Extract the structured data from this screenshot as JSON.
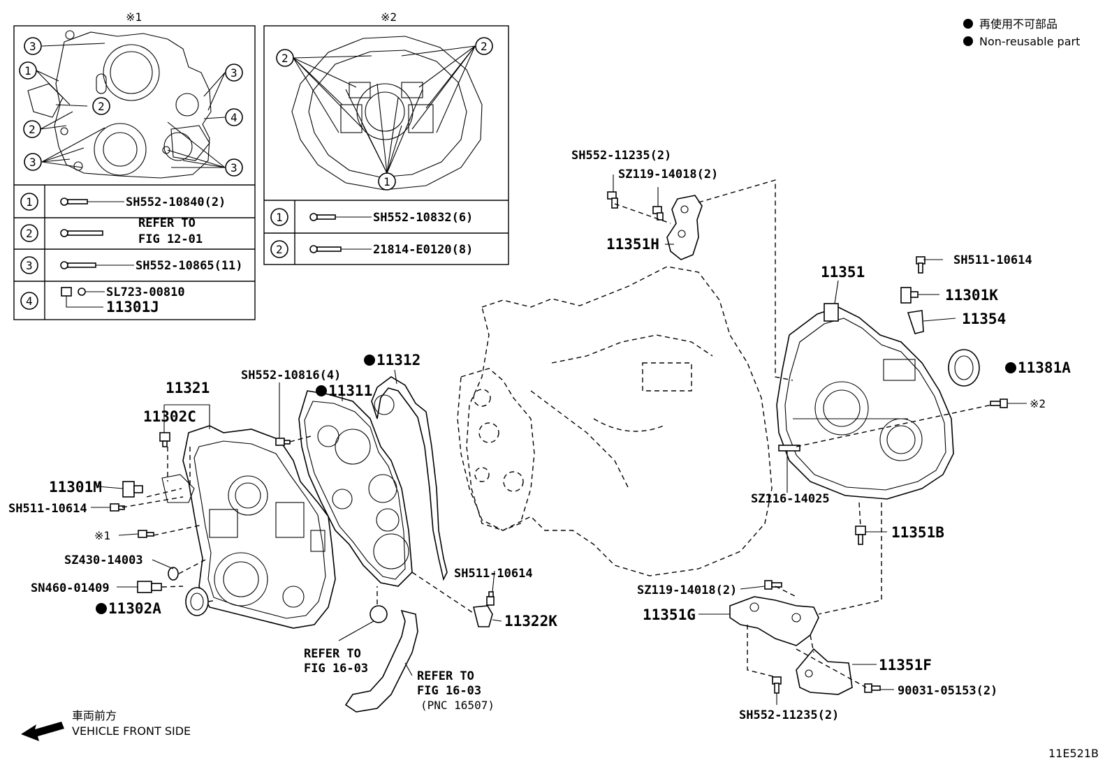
{
  "legend": {
    "jp": "再使用不可部品",
    "en": "Non-reusable part"
  },
  "inset1": {
    "title": "※1",
    "table": [
      {
        "num": "1",
        "part": "SH552-10840(2)"
      },
      {
        "num": "2",
        "part": "REFER TO",
        "part2": "FIG 12-01"
      },
      {
        "num": "3",
        "part": "SH552-10865(11)"
      },
      {
        "num": "4",
        "part": "SL723-00810",
        "part2": "11301J"
      }
    ]
  },
  "inset2": {
    "title": "※2",
    "table": [
      {
        "num": "1",
        "part": "SH552-10832(6)"
      },
      {
        "num": "2",
        "part": "21814-E0120(8)"
      }
    ]
  },
  "callouts": {
    "c1": "1",
    "c2": "2",
    "c3": "3",
    "c4": "4"
  },
  "labels": {
    "l11321": "11321",
    "l11302C": "11302C",
    "l11301M": "11301M",
    "lSH511a": "SH511-10614",
    "lmark1": "※1",
    "lSZ430": "SZ430-14003",
    "lSN460": "SN460-01409",
    "l11302A": "11302A",
    "lSH552_816": "SH552-10816(4)",
    "l11311": "11311",
    "l11312": "11312",
    "lREF1a": "REFER TO",
    "lREF1b": "FIG 16-03",
    "lREF2a": "REFER TO",
    "lREF2b": "FIG 16-03",
    "lREF2c": "(PNC 16507)",
    "lSH511b": "SH511-10614",
    "l11322K": "11322K",
    "lSH552_235a": "SH552-11235(2)",
    "lSZ119a": "SZ119-14018(2)",
    "l11351H": "11351H",
    "l11351": "11351",
    "lSH511c": "SH511-10614",
    "l11301K": "11301K",
    "l11354": "11354",
    "l11381A": "11381A",
    "lmark2": "※2",
    "lSZ116": "SZ116-14025",
    "l11351B": "11351B",
    "lSZ119b": "SZ119-14018(2)",
    "l11351G": "11351G",
    "l11351F": "11351F",
    "l90031": "90031-05153(2)",
    "lSH552_235b": "SH552-11235(2)"
  },
  "front": {
    "jp": "車両前方",
    "en": "VEHICLE FRONT SIDE"
  },
  "code": "11E521B"
}
